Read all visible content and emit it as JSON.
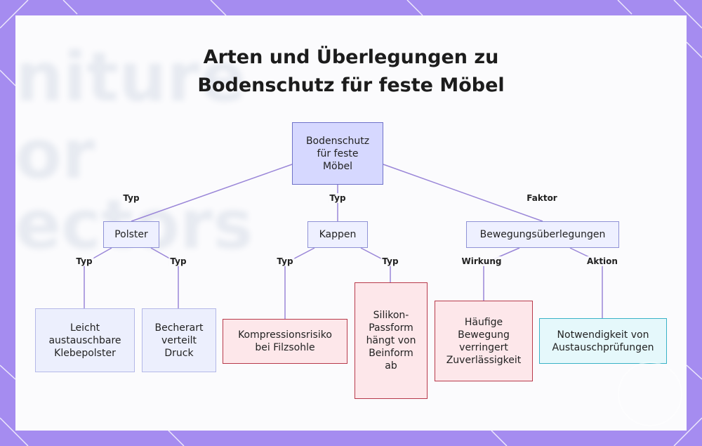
{
  "title": {
    "line1": "Arten und Überlegungen zu",
    "line2": "Bodenschutz für feste Möbel"
  },
  "background_words": [
    "niture",
    "or",
    "ectors"
  ],
  "colors": {
    "frame": "#a58cf0",
    "root_fill": "#d6d8ff",
    "risk_border": "#b8394a",
    "action_border": "#3ab3c7",
    "edge": "#9a86d8"
  },
  "nodes": {
    "root": "Bodenschutz\nfür feste\nMöbel",
    "polster": "Polster",
    "kappen": "Kappen",
    "bewegung": "Bewegungsüberlegungen",
    "klebepolster": "Leicht\naustauschbare\nKlebepolster",
    "becherart": "Becherart\nverteilt\nDruck",
    "kompression": "Kompressionsrisiko\nbei Filzsohle",
    "silikon": "Silikon-\nPassform\nhängt von\nBeinform\nab",
    "haeufig": "Häufige\nBewegung\nverringert\nZuverlässigkeit",
    "notwendigkeit": "Notwendigkeit von\nAustauschprüfungen"
  },
  "edge_labels": {
    "root_polster": "Typ",
    "root_kappen": "Typ",
    "root_bewegung": "Faktor",
    "polster_klebepolster": "Typ",
    "polster_becherart": "Typ",
    "kappen_kompression": "Typ",
    "kappen_silikon": "Typ",
    "bewegung_haeufig": "Wirkung",
    "bewegung_notwendigkeit": "Aktion"
  }
}
